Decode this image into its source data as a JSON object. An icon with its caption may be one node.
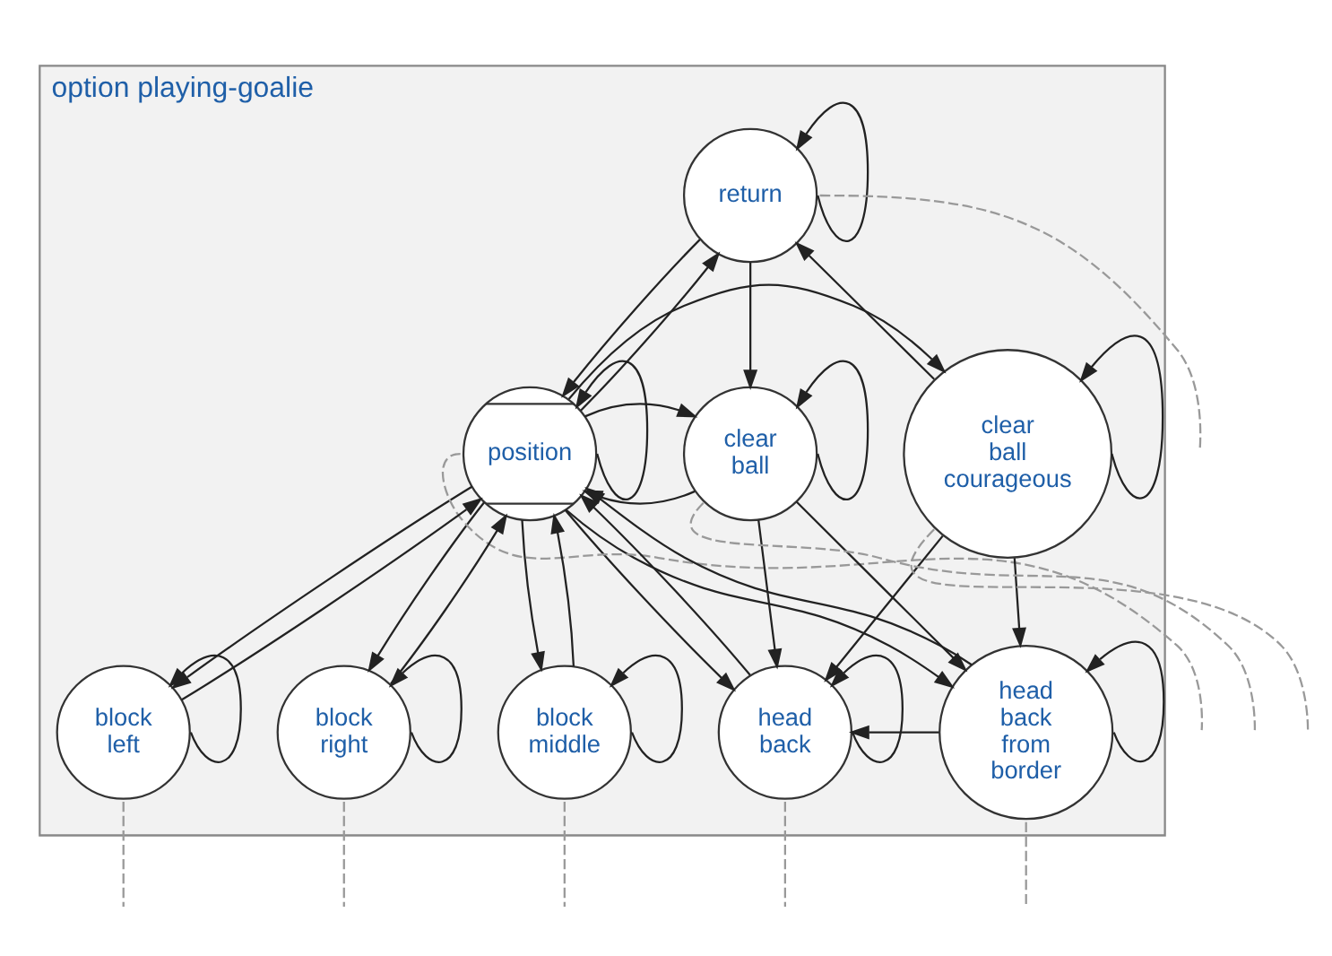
{
  "diagram": {
    "nodes": [
      {
        "text": [
          "option playing-goalie"
        ]
      },
      {
        "text": [
          "return"
        ],
        "in": 0
      },
      {
        "text": [
          "position"
        ],
        "in": 0
      },
      {
        "text": [
          "clear ball courageous"
        ],
        "in": 0
      },
      {
        "text": [
          "clear ball"
        ],
        "in": 0
      },
      {
        "text": [
          "block left"
        ],
        "in": 0
      },
      {
        "text": [
          "block right"
        ],
        "in": 0
      },
      {
        "text": [
          "block middle"
        ],
        "in": 0
      },
      {
        "text": [
          "head back from border"
        ],
        "in": 0
      },
      {
        "text": [
          "head back"
        ],
        "in": 0
      }
    ],
    "edges": [
      {
        "from": 1,
        "to": 1,
        "arrow": "to"
      },
      {
        "from": 1,
        "to": 2,
        "arrow": "to"
      },
      {
        "from": 4,
        "to": 2,
        "arrow": "to"
      },
      {
        "from": 2,
        "to": 1,
        "arrow": "to"
      },
      {
        "from": 3,
        "to": 1,
        "arrow": "to"
      },
      {
        "from": 1,
        "to": 4,
        "arrow": "to"
      },
      {
        "from": 2,
        "to": 4,
        "arrow": "to"
      },
      {
        "from": 2,
        "to": 2,
        "arrow": "to"
      },
      {
        "from": 2,
        "to": 3,
        "arrow": "to"
      },
      {
        "from": 3,
        "to": 3,
        "arrow": "to"
      },
      {
        "from": 4,
        "to": 4,
        "arrow": "to"
      },
      {
        "from": 2,
        "to": 5,
        "arrow": "to"
      },
      {
        "from": 5,
        "to": 2,
        "arrow": "to"
      },
      {
        "from": 2,
        "to": 6,
        "arrow": "to"
      },
      {
        "from": 6,
        "to": 2,
        "arrow": "to"
      },
      {
        "from": 2,
        "to": 7,
        "arrow": "to"
      },
      {
        "from": 7,
        "to": 2,
        "arrow": "to"
      },
      {
        "from": 2,
        "to": 8,
        "arrow": "to"
      },
      {
        "from": 8,
        "to": 2,
        "arrow": "to"
      },
      {
        "from": 2,
        "to": 9,
        "arrow": "to"
      },
      {
        "from": 9,
        "to": 2,
        "arrow": "to"
      },
      {
        "from": 3,
        "to": 8,
        "arrow": "to"
      },
      {
        "from": 3,
        "to": 9,
        "arrow": "to"
      },
      {
        "from": 4,
        "to": 8,
        "arrow": "to"
      },
      {
        "from": 4,
        "to": 9,
        "arrow": "to"
      },
      {
        "from": 8,
        "to": 9,
        "arrow": "to"
      },
      {
        "from": 5,
        "to": 5,
        "arrow": "to"
      },
      {
        "from": 6,
        "to": 6,
        "arrow": "to"
      },
      {
        "from": 7,
        "to": 7,
        "arrow": "to"
      },
      {
        "from": 8,
        "to": 8,
        "arrow": "to"
      },
      {
        "from": 9,
        "to": 9,
        "arrow": "to"
      },
      {
        "from": 1,
        "to": null,
        "arrow": "none",
        "style": "dashed",
        "color": "#999999"
      },
      {
        "from": 2,
        "to": null,
        "arrow": "none",
        "style": "dashed",
        "color": "#999999"
      },
      {
        "from": 3,
        "to": null,
        "arrow": "none",
        "style": "dashed",
        "color": "#999999"
      },
      {
        "from": 4,
        "to": null,
        "arrow": "none",
        "style": "dashed",
        "color": "#999999"
      },
      {
        "from": 5,
        "to": null,
        "arrow": "none",
        "style": "dashed",
        "color": "#999999"
      },
      {
        "from": 6,
        "to": null,
        "arrow": "none",
        "style": "dashed",
        "color": "#999999"
      },
      {
        "from": 7,
        "to": null,
        "arrow": "none",
        "style": "dashed",
        "color": "#999999"
      },
      {
        "from": 8,
        "to": null,
        "arrow": "none",
        "style": "dashed",
        "color": "#999999"
      },
      {
        "from": 9,
        "to": null,
        "arrow": "none",
        "style": "dashed",
        "color": "#999999"
      }
    ]
  }
}
